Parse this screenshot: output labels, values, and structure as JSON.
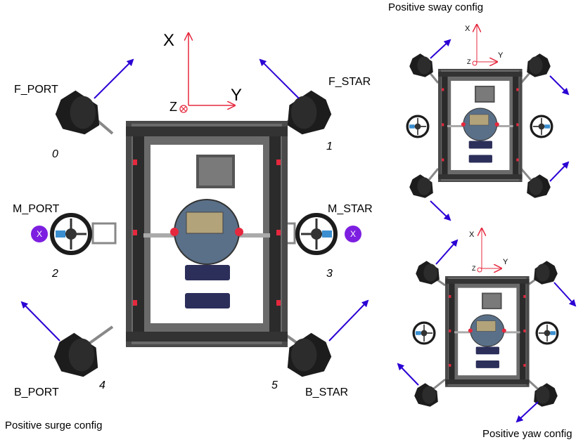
{
  "main": {
    "thrusters": {
      "f_port": {
        "name": "F_PORT",
        "index": "0"
      },
      "f_star": {
        "name": "F_STAR",
        "index": "1"
      },
      "m_port": {
        "name": "M_PORT",
        "index": "2"
      },
      "m_star": {
        "name": "M_STAR",
        "index": "3"
      },
      "b_port": {
        "name": "B_PORT",
        "index": "4"
      },
      "b_star": {
        "name": "B_STAR",
        "index": "5"
      }
    },
    "axes": {
      "x": "X",
      "y": "Y",
      "z": "Z"
    },
    "disabled_marker": "X",
    "caption": "Positive surge config"
  },
  "sway": {
    "caption": "Positive sway config",
    "axes": {
      "x": "X",
      "y": "Y",
      "z": "Z"
    }
  },
  "yaw": {
    "caption": "Positive yaw config",
    "axes": {
      "x": "X",
      "y": "Y",
      "z": "Z"
    }
  },
  "colors": {
    "arrow": "#2b00d4",
    "axis": "#e5283d",
    "frame": "#222222",
    "badge": "#7d1fe0"
  }
}
